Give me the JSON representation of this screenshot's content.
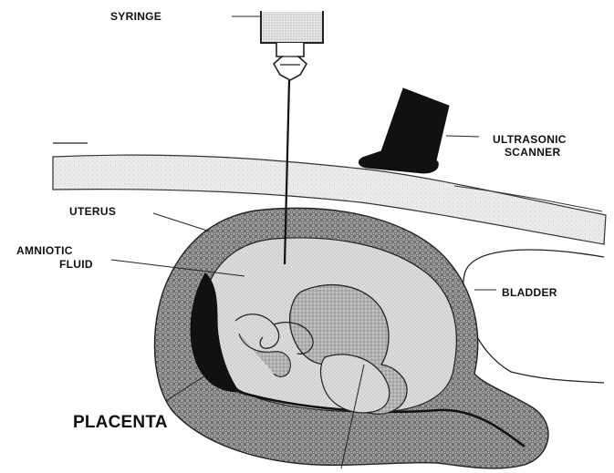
{
  "labels": {
    "syringe": "SYRINGE",
    "ultrasonic_line1": "ULTRASONIC",
    "ultrasonic_line2": "SCANNER",
    "uterus": "UTERUS",
    "amniotic_line1": "AMNIOTIC",
    "amniotic_line2": "FLUID",
    "bladder": "BLADDER",
    "placenta": "PLACENTA"
  },
  "colors": {
    "ink": "#111111",
    "paper": "#ffffff"
  }
}
